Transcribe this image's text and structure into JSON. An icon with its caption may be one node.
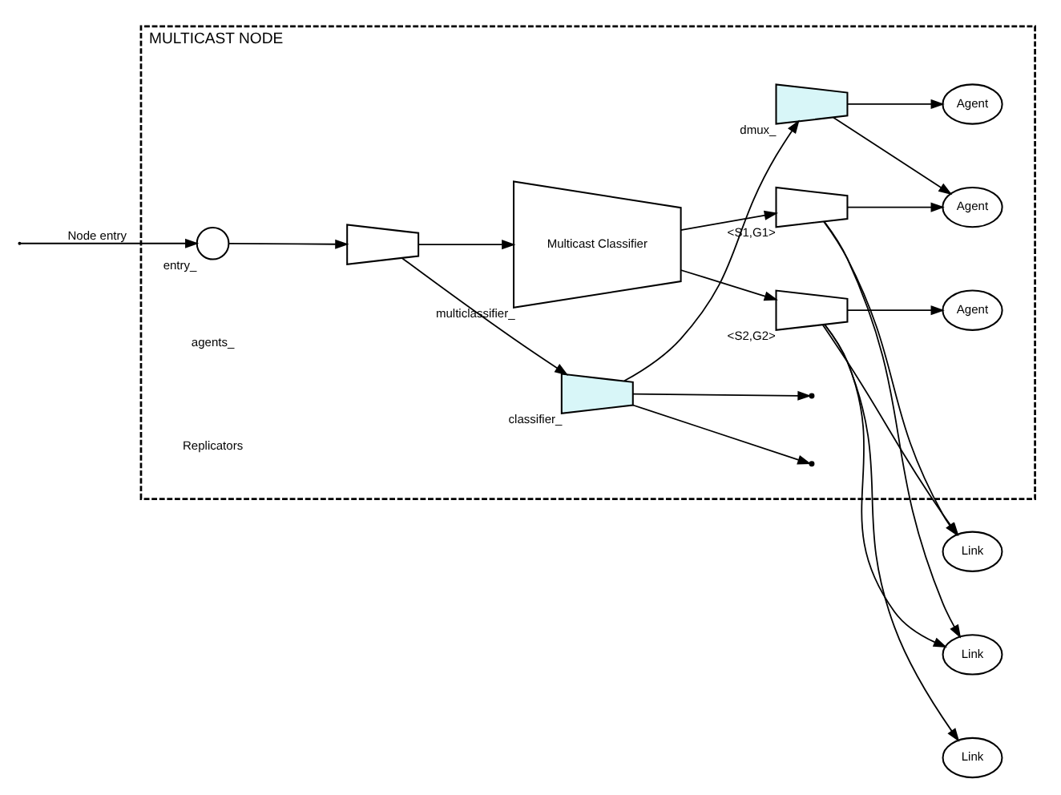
{
  "diagram": {
    "nodes": [
      {
        "text": [
          "MULTICAST NODE"
        ]
      },
      {
        "text": [],
        "shape": "circle",
        "beside": [
          "entry_"
        ],
        "in": 0
      },
      {
        "text": [],
        "shape": "trapezoid",
        "in": 0
      },
      {
        "text": [],
        "shape": "trapezoid",
        "beside": [
          "classifier_"
        ],
        "in": 0
      },
      {
        "text": [],
        "shape": "trapezoid",
        "beside": [
          "dmux_"
        ],
        "in": 0
      },
      {
        "text": [
          "Multicast Classifier"
        ],
        "beside": [
          "multiclassifier_"
        ],
        "in": 0
      },
      {
        "text": [],
        "shape": "trapezoid",
        "beside": [
          "<S1,G1>"
        ],
        "in": 0
      },
      {
        "text": [],
        "shape": "trapezoid",
        "beside": [
          "<S2,G2>"
        ],
        "in": 0
      },
      {
        "text": [
          "Agent"
        ],
        "in": 0
      },
      {
        "text": [
          "Agent"
        ],
        "in": 0
      },
      {
        "text": [
          "Agent"
        ],
        "in": 0
      },
      {
        "text": [
          "Link"
        ]
      },
      {
        "text": [
          "Link"
        ]
      },
      {
        "text": [
          "Link"
        ]
      }
    ],
    "edges": [
      {
        "from": null,
        "to": 1,
        "arrow": "to",
        "label": "Node entry"
      },
      {
        "from": 1,
        "to": 2,
        "arrow": "to"
      },
      {
        "from": 2,
        "to": 3,
        "arrow": "to"
      },
      {
        "from": 2,
        "to": 5,
        "arrow": "to"
      },
      {
        "from": 3,
        "to": 4,
        "arrow": "to"
      },
      {
        "from": 3,
        "to": null,
        "arrow": "to"
      },
      {
        "from": 3,
        "to": null,
        "arrow": "to"
      },
      {
        "from": 4,
        "to": 8,
        "arrow": "to"
      },
      {
        "from": 4,
        "to": 9,
        "arrow": "to"
      },
      {
        "from": 5,
        "to": 6,
        "arrow": "to"
      },
      {
        "from": 5,
        "to": 7,
        "arrow": "to"
      },
      {
        "from": 6,
        "to": 9,
        "arrow": "to"
      },
      {
        "from": 6,
        "to": 13,
        "arrow": "to"
      },
      {
        "from": 6,
        "to": 12,
        "arrow": "to"
      },
      {
        "from": 7,
        "to": 10,
        "arrow": "to"
      },
      {
        "from": 7,
        "to": 13,
        "arrow": "to"
      },
      {
        "from": 7,
        "to": 12,
        "arrow": "to"
      },
      {
        "from": 7,
        "to": 11,
        "arrow": "to"
      }
    ],
    "labels": [
      "agents_",
      "Replicators"
    ]
  }
}
